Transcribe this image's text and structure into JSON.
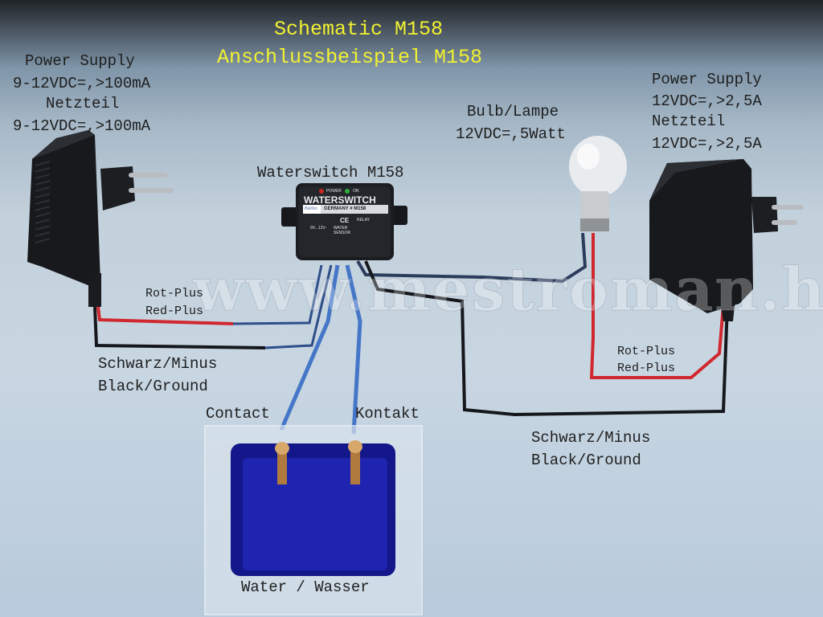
{
  "title": {
    "line1": "Schematic M158",
    "line2": "Anschlussbeispiel M158"
  },
  "left_power_supply": {
    "label": "Power Supply",
    "spec": "9-12VDC=,>100mA",
    "label_de": "Netzteil",
    "spec_de": "9-12VDC=,>100mA"
  },
  "right_power_supply": {
    "label": "Power Supply",
    "spec": "12VDC=,>2,5A",
    "label_de": "Netzteil",
    "spec_de": "12VDC=,>2,5A"
  },
  "bulb": {
    "label": "Bulb/Lampe",
    "spec": "12VDC=,5Watt"
  },
  "module": {
    "label": "Waterswitch M158",
    "face_title": "WATERSWITCH",
    "brand": "Kemo",
    "origin": "GERMANY # M158",
    "led_power": "POWER",
    "led_on": "ON",
    "mark_ce": "CE",
    "pin_supply": "9V...12V-",
    "pin_sensor": "WATER SENSOR",
    "pin_relay": "RELAY"
  },
  "left_wires": {
    "red_de": "Rot-Plus",
    "red_en": "Red-Plus",
    "black_de": "Schwarz/Minus",
    "black_en": "Black/Ground"
  },
  "right_wires": {
    "red_de": "Rot-Plus",
    "red_en": "Red-Plus",
    "black_de": "Schwarz/Minus",
    "black_en": "Black/Ground"
  },
  "sensor": {
    "contact_en": "Contact",
    "contact_de": "Kontakt",
    "water": "Water / Wasser"
  },
  "watermark": "www.mestroman.hu",
  "colors": {
    "title": "#f2f230",
    "water": "#1a1fa8",
    "wire_red": "#d0282e",
    "wire_blue": "#3f6fc0",
    "wire_black": "#15171c"
  }
}
